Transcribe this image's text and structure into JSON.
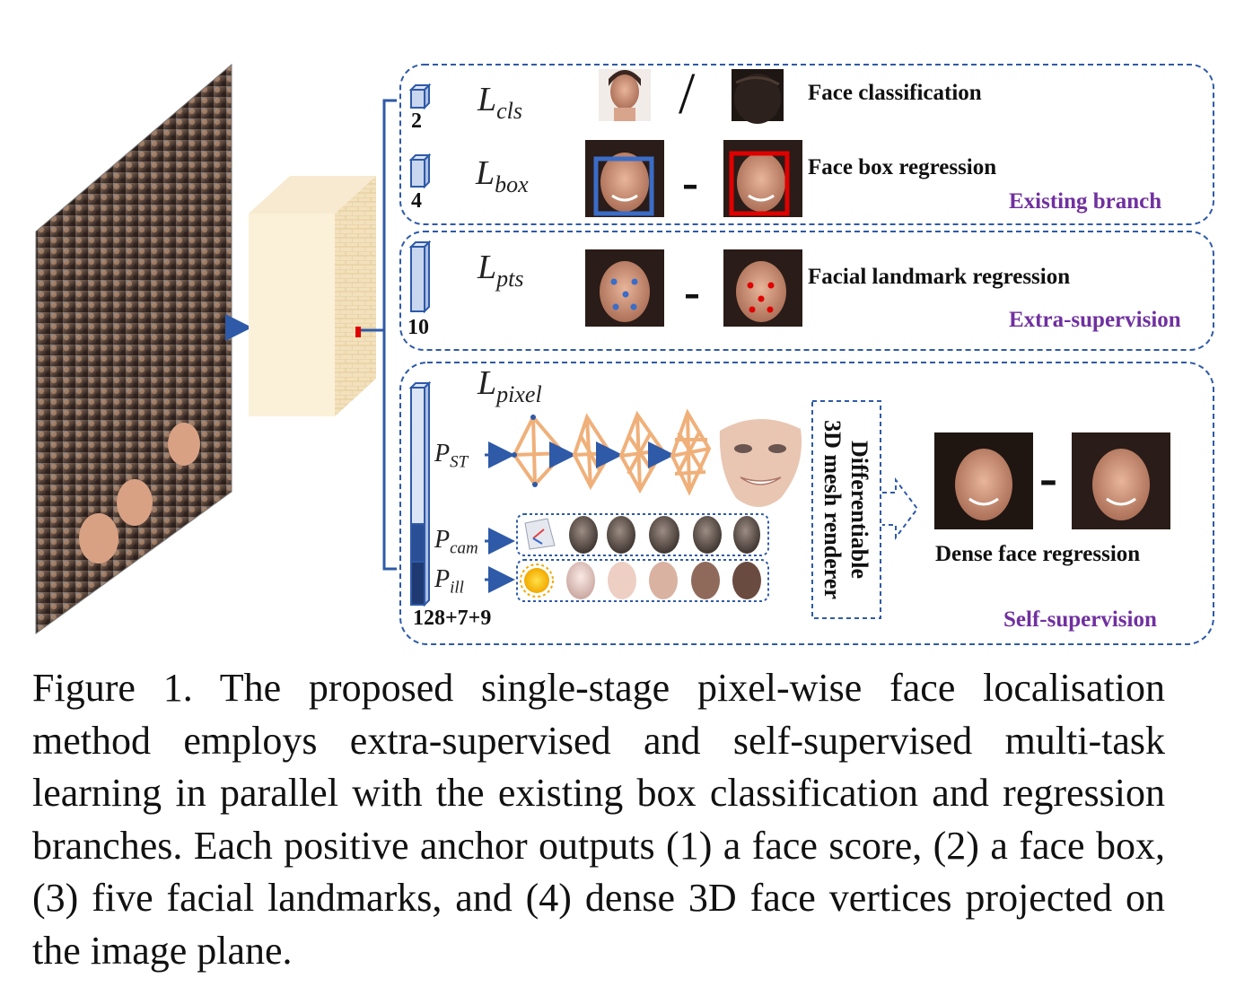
{
  "figure": {
    "branches": {
      "existing": {
        "tag": "Existing branch"
      },
      "extra": {
        "tag": "Extra-supervision"
      },
      "self": {
        "tag": "Self-supervision"
      }
    },
    "tasks": {
      "cls": {
        "title": "Face classification",
        "dim": "2",
        "loss_base": "L",
        "loss_sub": "cls",
        "separator": "/"
      },
      "box": {
        "title": "Face box regression",
        "dim": "4",
        "loss_base": "L",
        "loss_sub": "box",
        "separator": "-"
      },
      "pts": {
        "title": "Facial landmark regression",
        "dim": "10",
        "loss_base": "L",
        "loss_sub": "pts",
        "separator": "-"
      },
      "pixel": {
        "title": "Dense face regression",
        "dim": "128+7+9",
        "loss_base": "L",
        "loss_sub": "pixel",
        "separator": "-"
      }
    },
    "params": {
      "st": {
        "base": "P",
        "sub": "ST"
      },
      "cam": {
        "base": "P",
        "sub": "cam"
      },
      "ill": {
        "base": "P",
        "sub": "ill"
      }
    },
    "renderer": {
      "line1": "Differentiable",
      "line2": "3D mesh renderer"
    },
    "colors": {
      "accent_blue": "#2e5aa8",
      "tag_purple": "#7030a0",
      "box_blue": "#3a6cc8",
      "box_red": "#e00000",
      "mesh_orange": "#f0b07a"
    }
  },
  "caption": {
    "text": "Figure 1. The proposed single-stage pixel-wise face localisation method employs extra-supervised and self-supervised multi-task learning in parallel with the existing box classification and regression branches. Each positive anchor outputs (1) a face score, (2) a face box, (3) five facial landmarks, and (4) dense 3D face vertices projected on the image plane."
  }
}
